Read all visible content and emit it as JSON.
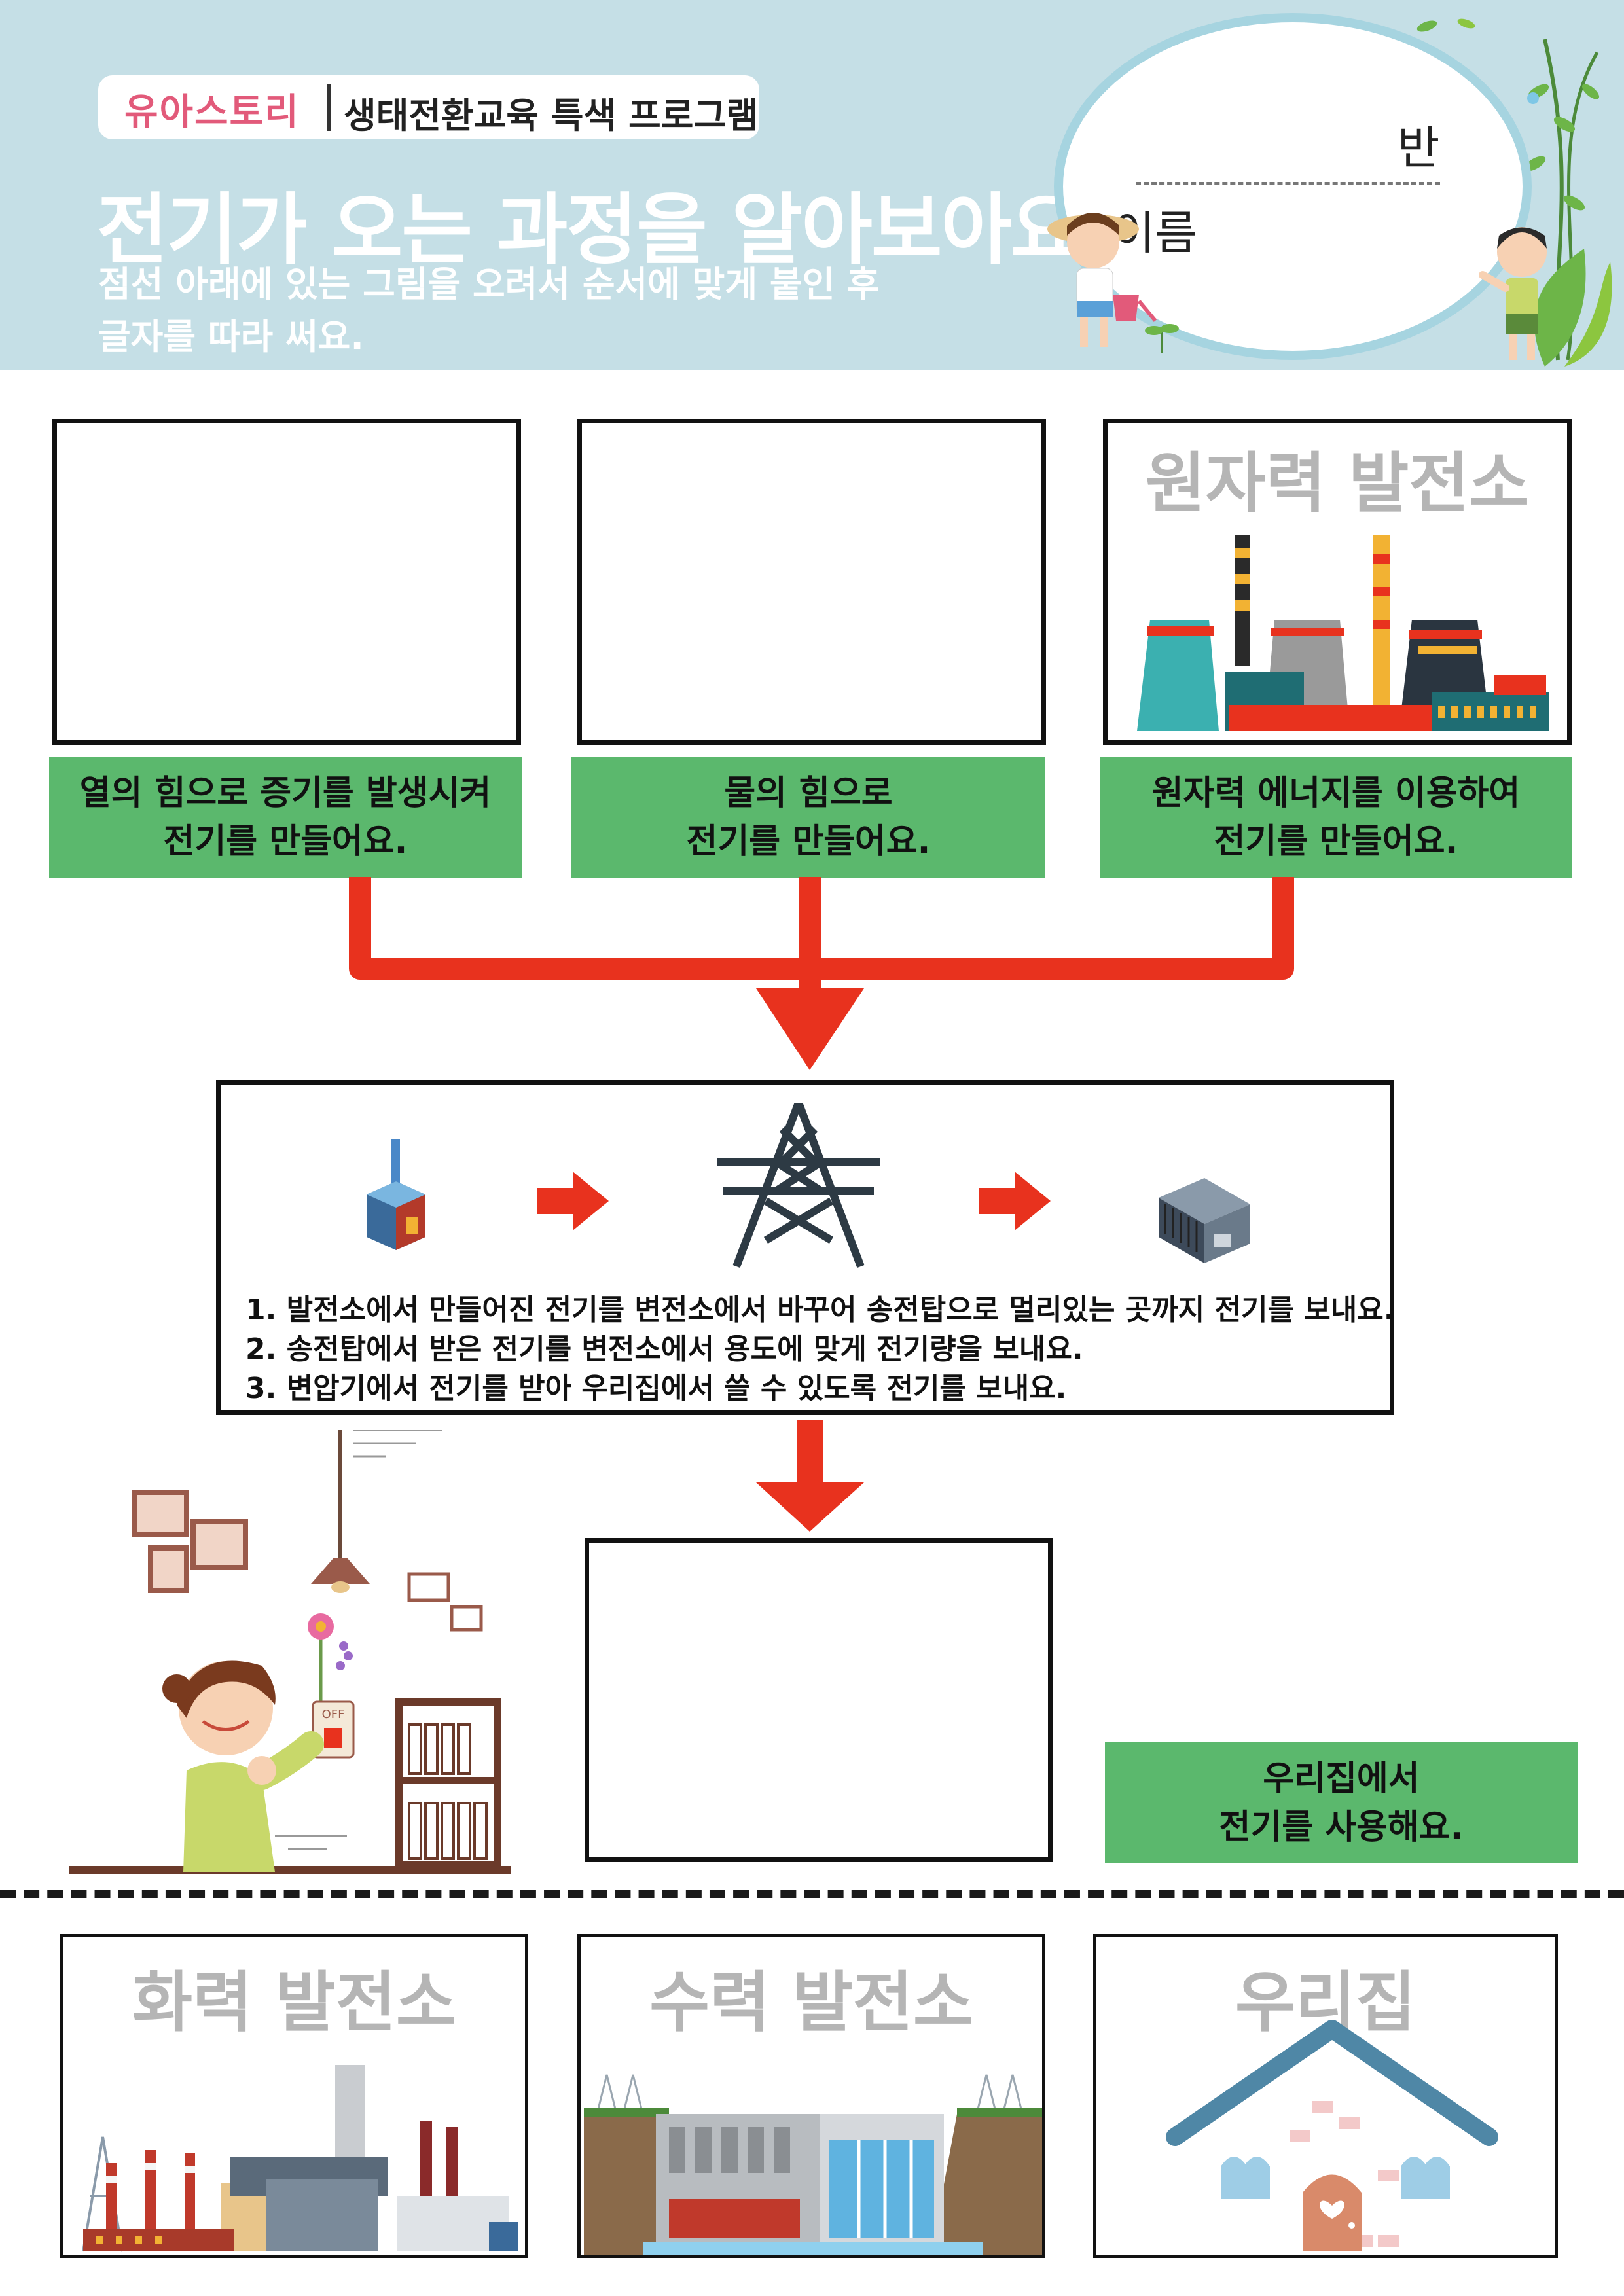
{
  "header": {
    "brand": "유아스토리",
    "program": "생태전환교육 특색 프로그램",
    "title": "전기가 오는 과정을 알아보아요.",
    "instructions": [
      "점선 아래에 있는 그림을 오려서 순서에 맞게 붙인 후",
      "글자를 따라 써요."
    ],
    "class_label": "반",
    "name_label": "이름"
  },
  "sources": {
    "box3_title": "원자력 발전소",
    "captions": [
      [
        "열의 힘으로 증기를 발생시켜",
        "전기를 만들어요."
      ],
      [
        "물의 힘으로",
        "전기를 만들어요."
      ],
      [
        "원자력 에너지를 이용하여",
        "전기를 만들어요."
      ]
    ]
  },
  "process": {
    "steps": [
      "1. 발전소에서 만들어진 전기를 변전소에서 바꾸어 송전탑으로 멀리있는 곳까지 전기를 보내요.",
      "2. 송전탑에서 받은 전기를 변전소에서 용도에 맞게 전기량을 보내요.",
      "3. 변압기에서 전기를 받아 우리집에서 쓸 수 있도록 전기를 보내요."
    ]
  },
  "home": {
    "switch_label": "OFF",
    "caption": [
      "우리집에서",
      "전기를 사용해요."
    ]
  },
  "cutouts": [
    "화력 발전소",
    "수력 발전소",
    "우리집"
  ],
  "colors": {
    "header_bg": "#c5dfe6",
    "caption_green": "#5bb86d",
    "arrow_red": "#e8321e",
    "stamp_gray": "#b5b5b5"
  }
}
